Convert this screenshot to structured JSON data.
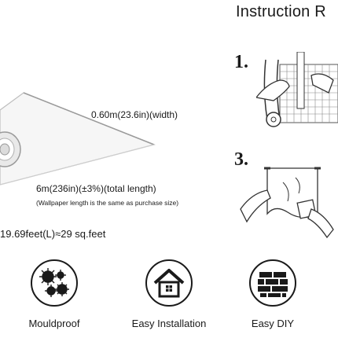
{
  "instruction": {
    "title": "Instruction R",
    "steps": [
      {
        "number": "1."
      },
      {
        "number": "3."
      }
    ]
  },
  "dimensions": {
    "width": "0.60m(23.6in)(width)",
    "length": "6m(236in)(±3%)(total length)",
    "note": "(Wallpaper length is the same as purchase size)",
    "area": "19.69feet(L)≈29 sq.feet"
  },
  "features": [
    {
      "label": "Mouldproof",
      "icon": "mold-spores-icon"
    },
    {
      "label": "Easy Installation",
      "icon": "house-icon"
    },
    {
      "label": "Easy DIY",
      "icon": "brick-wall-icon"
    }
  ]
}
